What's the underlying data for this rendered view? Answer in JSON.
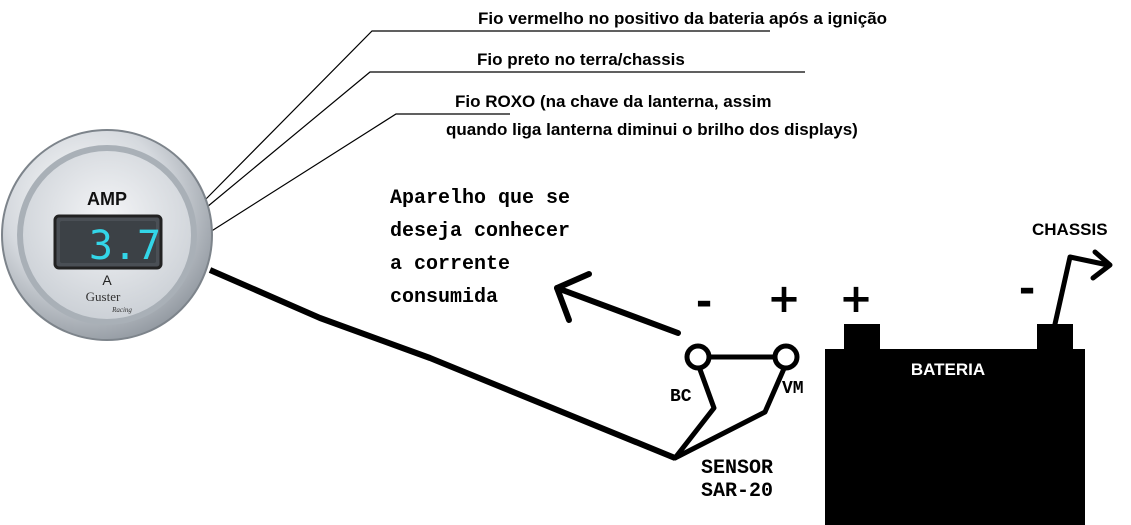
{
  "labels": {
    "red_wire": "Fio vermelho no positivo da bateria  após a ignição",
    "black_wire": "Fio preto no terra/chassis",
    "purple_wire_line1": "Fio ROXO  (na chave da lanterna, assim",
    "purple_wire_line2": "quando liga lanterna diminui o brilho dos displays)",
    "device_line1": "Aparelho que se",
    "device_line2": "deseja conhecer",
    "device_line3": "a corrente",
    "device_line4": "consumida",
    "chassis": "CHASSIS",
    "battery": "BATERIA",
    "bc": "BC",
    "vm": "VM",
    "sensor_line1": "SENSOR",
    "sensor_line2": "SAR-20"
  },
  "gauge": {
    "title": "AMP",
    "reading": "3.7",
    "unit": "A",
    "brand": "Guster",
    "brand_sub": "Racing",
    "display_color": "#33d6e8"
  },
  "signs": {
    "sensor_minus": "-",
    "sensor_plus": "+",
    "battery_plus": "+",
    "battery_minus": "-"
  }
}
